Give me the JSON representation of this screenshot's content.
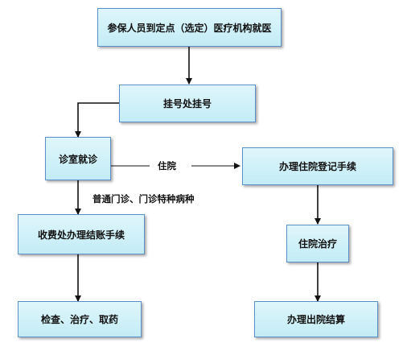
{
  "nodes": {
    "start": "参保人员到定点（选定）医疗机构就医",
    "register": "挂号处挂号",
    "consult": "诊室就诊",
    "checkout": "收费处办理结账手续",
    "treat": "检查、治疗、取药",
    "admit": "办理住院登记手续",
    "inpatient": "住院治疗",
    "discharge": "办理出院结算"
  },
  "edges": {
    "hospitalize": "住院",
    "outpatient": "普通门诊、门诊特种病种"
  },
  "colors": {
    "box_fill_top": "#dff6fb",
    "box_fill_bottom": "#c3ecf6",
    "box_border": "#5b8fc7",
    "line": "#111111"
  }
}
